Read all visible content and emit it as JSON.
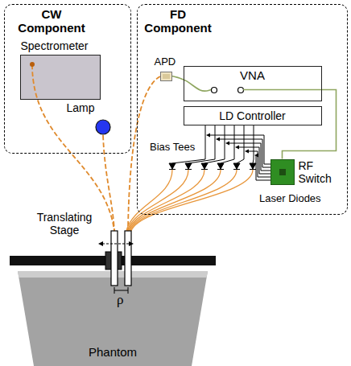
{
  "diagram": {
    "nodes": [
      {
        "text": [
          "CW Component"
        ]
      },
      {
        "text": [
          "Spectrometer"
        ],
        "in": 0
      },
      {
        "text": [
          "Lamp"
        ],
        "in": 0
      },
      {
        "text": [
          "FD Component"
        ]
      },
      {
        "text": [
          "APD"
        ],
        "in": 3
      },
      {
        "text": [
          "VNA"
        ],
        "in": 3
      },
      {
        "text": [
          "LD Controller"
        ],
        "in": 3
      },
      {
        "text": [
          "RF Switch"
        ],
        "in": 3
      },
      {
        "text": [
          "Phantom"
        ]
      }
    ],
    "edges": [
      {
        "from": 4,
        "to": 5,
        "arrow": "none"
      },
      {
        "from": 5,
        "to": 7,
        "arrow": "none"
      }
    ],
    "labels": [
      "Bias Tees",
      "Laser Diodes",
      "Translating Stage",
      "ρ"
    ]
  }
}
